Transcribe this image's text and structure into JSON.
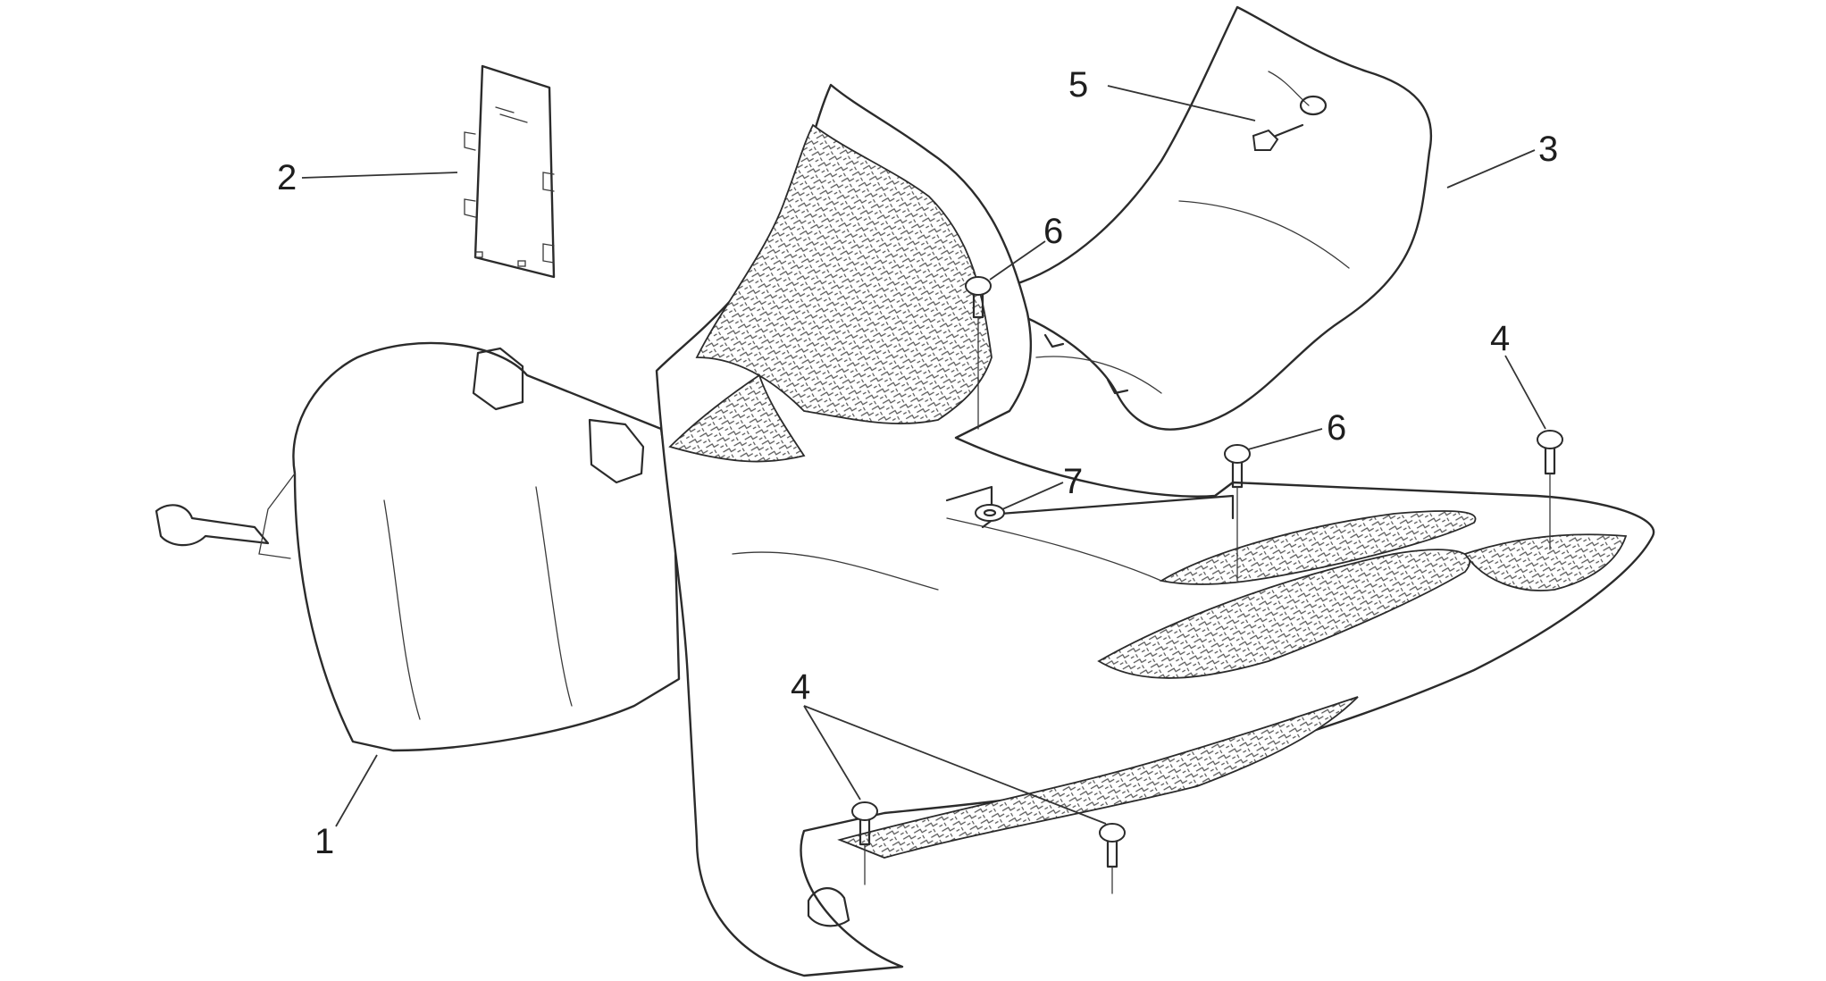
{
  "diagram": {
    "colors": {
      "line": "#2b2b2b",
      "background": "#ffffff"
    },
    "callouts": [
      {
        "id": "c1",
        "label": "1"
      },
      {
        "id": "c2",
        "label": "2"
      },
      {
        "id": "c3",
        "label": "3"
      },
      {
        "id": "c4a",
        "label": "4"
      },
      {
        "id": "c4b",
        "label": "4"
      },
      {
        "id": "c5",
        "label": "5"
      },
      {
        "id": "c6a",
        "label": "6"
      },
      {
        "id": "c6b",
        "label": "6"
      },
      {
        "id": "c7",
        "label": "7"
      }
    ]
  }
}
